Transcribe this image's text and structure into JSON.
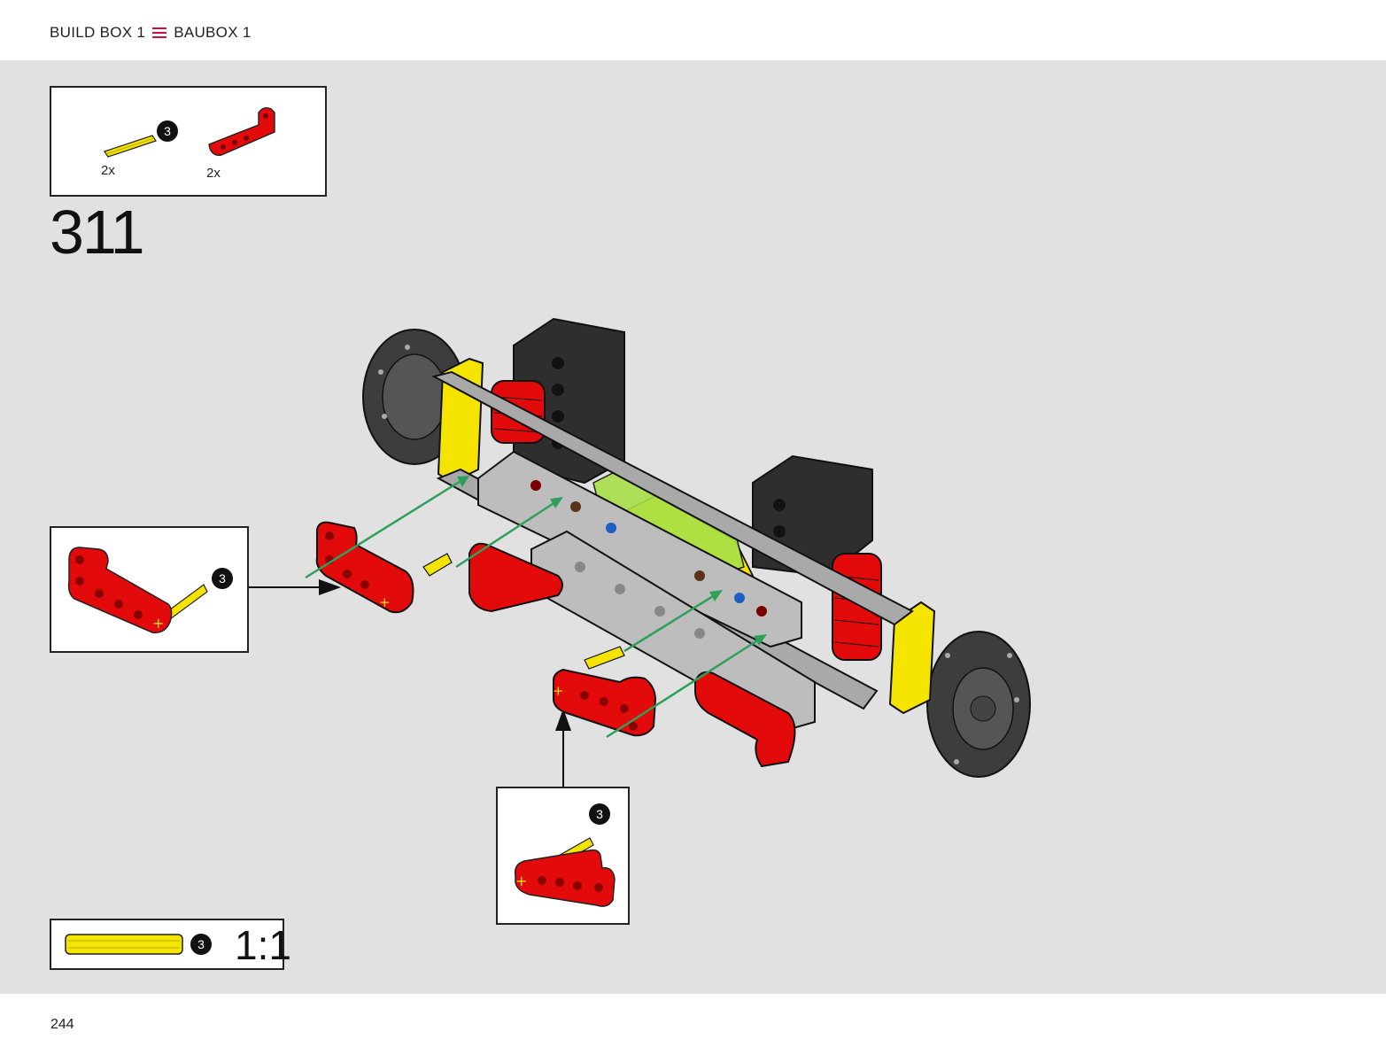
{
  "header": {
    "build_box_en": "BUILD BOX 1",
    "build_box_de": "BAUBOX 1"
  },
  "parts_list": {
    "items": [
      {
        "name": "yellow axle",
        "qty": "2x",
        "length_badge": "3"
      },
      {
        "name": "red beam",
        "qty": "2x"
      }
    ]
  },
  "step": {
    "number": "311"
  },
  "callouts": [
    {
      "name": "left-sub-assembly",
      "badge": "3"
    },
    {
      "name": "bottom-sub-assembly",
      "badge": "3"
    }
  ],
  "scale_guide": {
    "badge": "3",
    "scale": "1:1"
  },
  "footer": {
    "page_number": "244"
  },
  "colors": {
    "accent": "#d0103a",
    "stage_bg": "#e1e1e1",
    "part_red": "#e20a0a",
    "part_yellow": "#f5e400",
    "frame_grey": "#a9a9a9",
    "assembly_arrow": "#2ea05a"
  }
}
